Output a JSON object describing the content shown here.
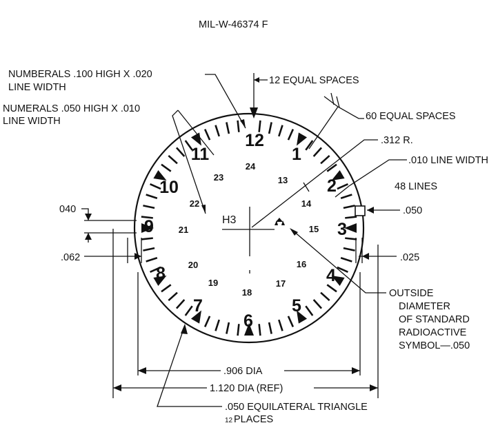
{
  "header": {
    "spec_number": "MIL-W-46374 F"
  },
  "dial": {
    "numerals_outer": [
      "12",
      "1",
      "2",
      "3",
      "4",
      "5",
      "6",
      "7",
      "8",
      "9",
      "10",
      "11"
    ],
    "numerals_inner": [
      "24",
      "13",
      "14",
      "15",
      "16",
      "17",
      "18",
      "19",
      "20",
      "21",
      "22",
      "23"
    ],
    "center_mark": "H3"
  },
  "callouts": {
    "numerals_100": "NUMBERALS .100 HIGH X .020",
    "numerals_100_b": "LINE WIDTH",
    "numerals_050": "NUMERALS .050 HIGH X .010",
    "numerals_050_b": "LINE WIDTH",
    "equal_12": "12 EQUAL SPACES",
    "equal_60": "60 EQUAL SPACES",
    "radius": ".312 R.",
    "line_width": ".010 LINE WIDTH",
    "lines_48": "48 LINES",
    "square_050": ".050",
    "dim_040": "040",
    "dim_062": ".062",
    "dim_025": ".025",
    "radio_1": "OUTSIDE",
    "radio_2": "DIAMETER",
    "radio_3": "OF STANDARD",
    "radio_4": "RADIOACTIVE",
    "radio_5": "SYMBOL—.050",
    "dia_906": ".906 DIA",
    "dia_1120": "1.120 DIA (REF)",
    "triangle_1": ".050 EQUILATERAL TRIANGLE",
    "triangle_2_count": "12",
    "triangle_2_word": "PLACES"
  }
}
